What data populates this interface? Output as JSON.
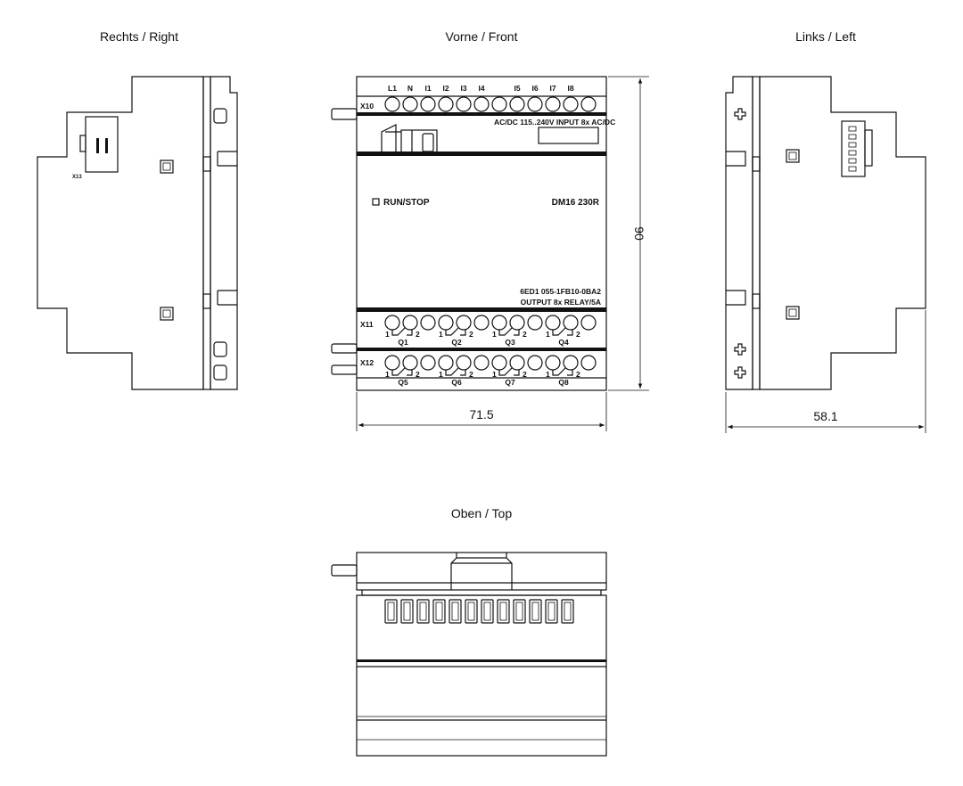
{
  "views": {
    "right": {
      "title": "Rechts / Right",
      "connector_label": "X13"
    },
    "front": {
      "title": "Vorne / Front",
      "top_terminal_label": "X10",
      "top_terminals": [
        "L1",
        "N",
        "I1",
        "I2",
        "I3",
        "I4",
        "I5",
        "I6",
        "I7",
        "I8"
      ],
      "input_spec": "AC/DC 115..240V INPUT 8x AC/DC",
      "run_stop": "RUN/STOP",
      "model": "DM16 230R",
      "order_number": "6ED1 055-1FB10-0BA2",
      "output_spec": "OUTPUT 8x RELAY/5A",
      "x11_label": "X11",
      "x12_label": "X12",
      "relay_pin_a": "1",
      "relay_pin_b": "2",
      "x11_outputs": [
        "Q1",
        "Q2",
        "Q3",
        "Q4"
      ],
      "x12_outputs": [
        "Q5",
        "Q6",
        "Q7",
        "Q8"
      ]
    },
    "left": {
      "title": "Links / Left"
    },
    "top": {
      "title": "Oben / Top"
    }
  },
  "dimensions": {
    "height": "90",
    "width": "71.5",
    "depth": "58.1"
  }
}
